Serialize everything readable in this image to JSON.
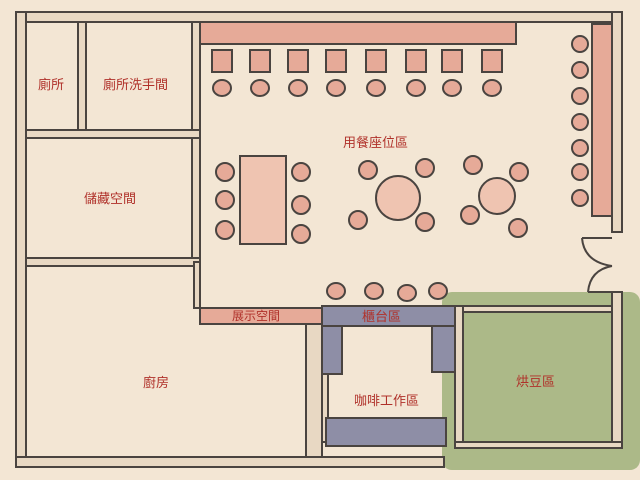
{
  "rooms": {
    "toilet": "廁所",
    "restroom_sink": "廁所洗手間",
    "storage": "儲藏空間",
    "dining": "用餐座位區",
    "display": "展示空間",
    "counter": "櫃台區",
    "kitchen": "廚房",
    "coffee_work": "咖啡工作區",
    "roasting": "烘豆區"
  },
  "colors": {
    "background": "#f3e6d4",
    "wall_fill": "#e8d8c3",
    "wall_stroke": "#4a4440",
    "seating": "#e6aa98",
    "table": "#efc4b1",
    "counter": "#8e8ea6",
    "roasting_zone": "#9fb07a",
    "label": "#b0312a"
  }
}
